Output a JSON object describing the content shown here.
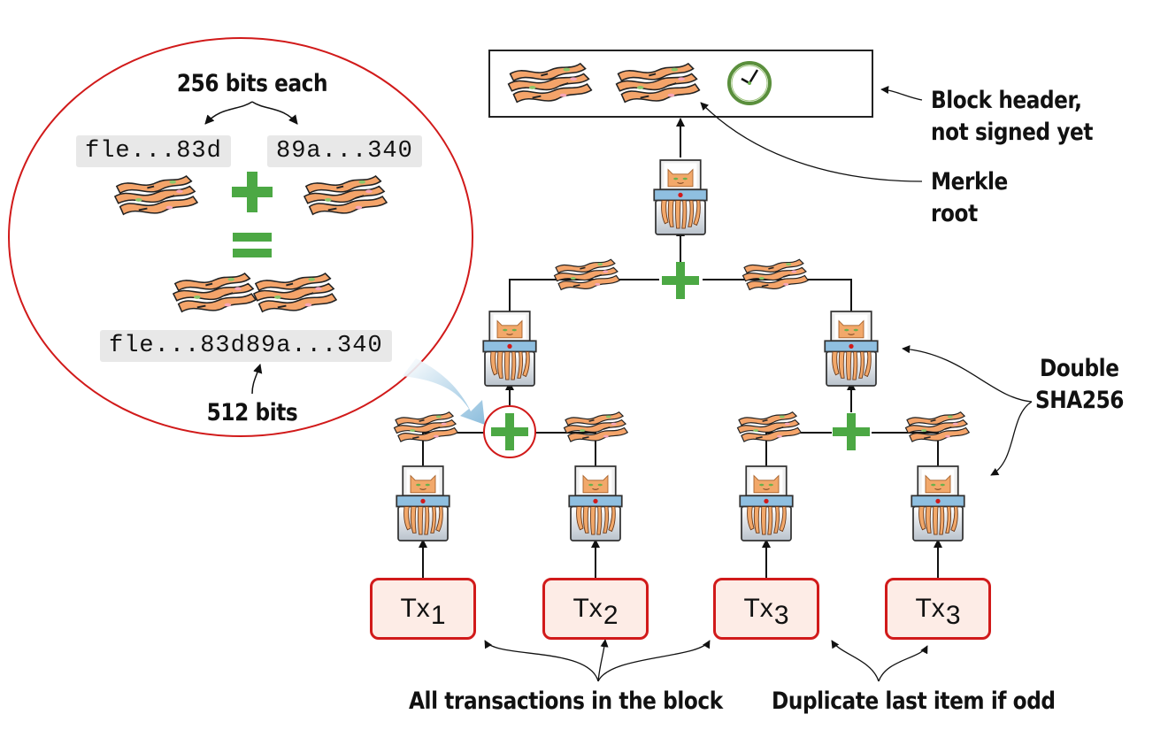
{
  "figure": {
    "zoom_callout": {
      "top_label": "256 bits each",
      "left_hash": "fle...83d",
      "right_hash": "89a...340",
      "plus_symbol": "+",
      "equals_symbol": "=",
      "combined_hash": "fle...83d89a...340",
      "bottom_label": "512 bits"
    },
    "block_header": {
      "label_line1": "Block header,",
      "label_line2": "not signed yet",
      "contents": [
        "hash-bacon-icon",
        "merkle-root-bacon-icon",
        "clock-icon"
      ]
    },
    "merkle_root_label": {
      "line1": "Merkle",
      "line2": "root"
    },
    "hash_label": {
      "line1": "Double",
      "line2": "SHA256"
    },
    "transactions": [
      {
        "base": "Tx",
        "sub": "1"
      },
      {
        "base": "Tx",
        "sub": "2"
      },
      {
        "base": "Tx",
        "sub": "3"
      },
      {
        "base": "Tx",
        "sub": "3"
      }
    ],
    "bottom_labels": {
      "all_tx": "All transactions in the block",
      "duplicate": "Duplicate last item if odd"
    },
    "colors": {
      "accent_red": "#d11a1a",
      "plus_green": "#4ca844",
      "tx_fill": "#fdece6",
      "bacon_orange": "#f4a46a",
      "clock_green": "#5a8f3c",
      "callout_blue": "#7fb6d9",
      "hash_bg": "#e8e8e8"
    }
  }
}
